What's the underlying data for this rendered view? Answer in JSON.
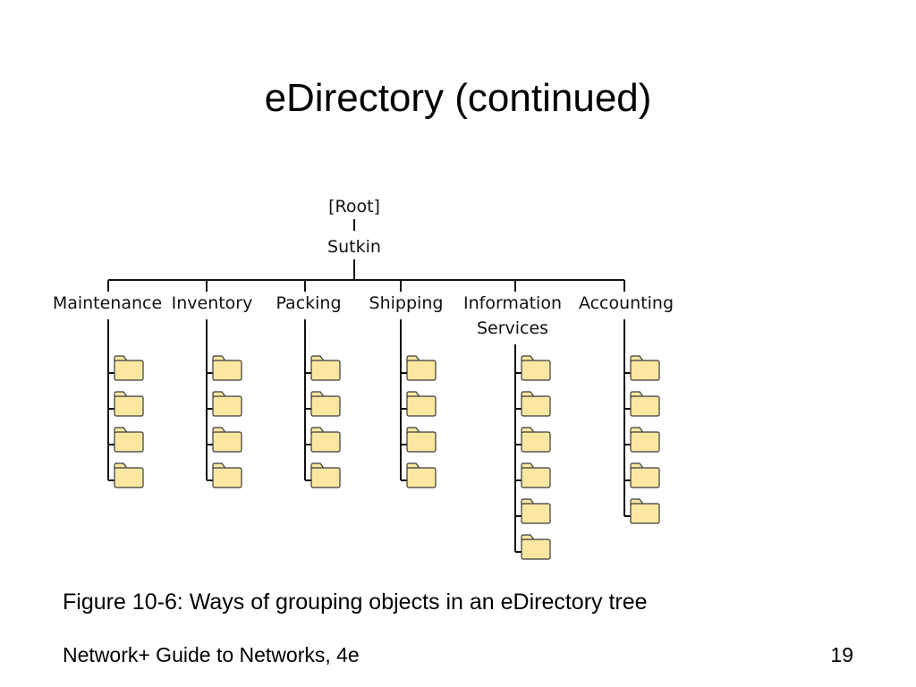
{
  "slide": {
    "title": "eDirectory (continued)",
    "caption": "Figure 10-6: Ways of grouping objects in an eDirectory tree",
    "footer_left": "Network+ Guide to Networks, 4e",
    "page_number": "19"
  },
  "tree": {
    "root_label": "[Root]",
    "organization_label": "Sutkin",
    "units": [
      {
        "label_lines": [
          "Maintenance"
        ],
        "folder_count": 4
      },
      {
        "label_lines": [
          "Inventory"
        ],
        "folder_count": 4
      },
      {
        "label_lines": [
          "Packing"
        ],
        "folder_count": 4
      },
      {
        "label_lines": [
          "Shipping"
        ],
        "folder_count": 4
      },
      {
        "label_lines": [
          "Information",
          "Services"
        ],
        "folder_count": 6
      },
      {
        "label_lines": [
          "Accounting"
        ],
        "folder_count": 5
      }
    ],
    "folder_icon": "folder-icon",
    "colors": {
      "line": "#111111",
      "folder_fill": "#f9e7a2",
      "folder_stroke": "#3a3a3a"
    }
  }
}
